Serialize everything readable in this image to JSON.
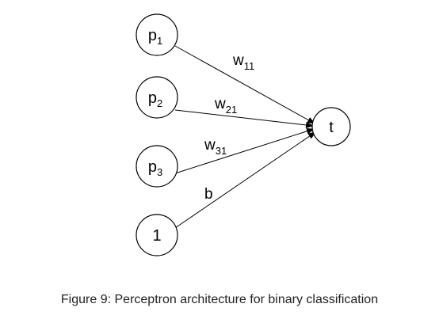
{
  "nodes": {
    "input_1": {
      "base": "p",
      "sub": "1"
    },
    "input_2": {
      "base": "p",
      "sub": "2"
    },
    "input_3": {
      "base": "p",
      "sub": "3"
    },
    "bias": {
      "base": "1",
      "sub": ""
    },
    "output": {
      "base": "t",
      "sub": ""
    }
  },
  "edges": {
    "w11": {
      "base": "w",
      "sub": "11"
    },
    "w21": {
      "base": "w",
      "sub": "21"
    },
    "w31": {
      "base": "w",
      "sub": "31"
    },
    "b": {
      "base": "b",
      "sub": ""
    }
  },
  "caption": "Figure 9: Perceptron architecture for binary classification"
}
